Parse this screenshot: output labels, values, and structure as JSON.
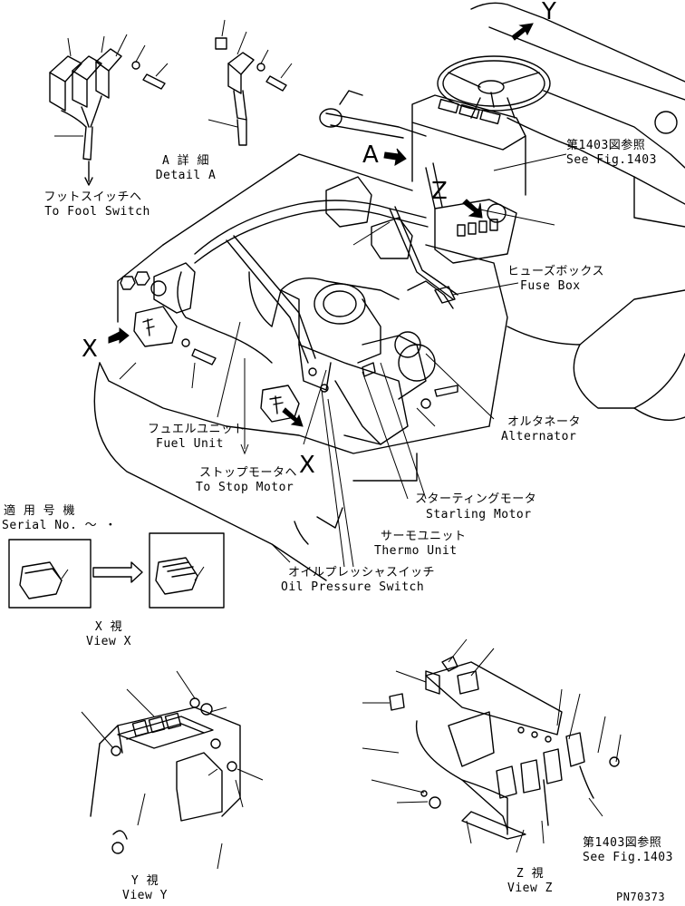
{
  "labels": {
    "detail_a_jp": "A 詳 細",
    "detail_a_en": "Detail A",
    "foot_switch_jp": "フットスイッチヘ",
    "foot_switch_en": "To Fool Switch",
    "fig_ref_top_jp": "第1403図参照",
    "fig_ref_top_en": "See Fig.1403",
    "fuse_box_jp": "ヒューズボックス",
    "fuse_box_en": "Fuse Box",
    "alternator_jp": "オルタネータ",
    "alternator_en": "Alternator",
    "fuel_unit_jp": "フュエルユニット",
    "fuel_unit_en": "Fuel Unit",
    "stop_motor_jp": "ストップモータヘ",
    "stop_motor_en": "To Stop Motor",
    "starting_motor_jp": "スターティングモータ",
    "starting_motor_en": "Starling Motor",
    "thermo_unit_jp": "サーモユニット",
    "thermo_unit_en": "Thermo Unit",
    "oil_pressure_jp": "オイルプレッシャスイッチ",
    "oil_pressure_en": "Oil Pressure Switch",
    "serial_jp": "適 用 号 機",
    "serial_en": "Serial No.  ～ ・",
    "view_x_jp": "X  視",
    "view_x_en": "View X",
    "view_y_jp": "Y  視",
    "view_y_en": "View Y",
    "view_z_jp": "Z  視",
    "view_z_en": "View Z",
    "fig_ref_bottom_jp": "第1403図参照",
    "fig_ref_bottom_en": "See Fig.1403",
    "part_number": "PN70373"
  },
  "view_letters": {
    "a": "A",
    "z": "Z",
    "x_left": "X",
    "x_bottom": "X",
    "y": "Y"
  }
}
